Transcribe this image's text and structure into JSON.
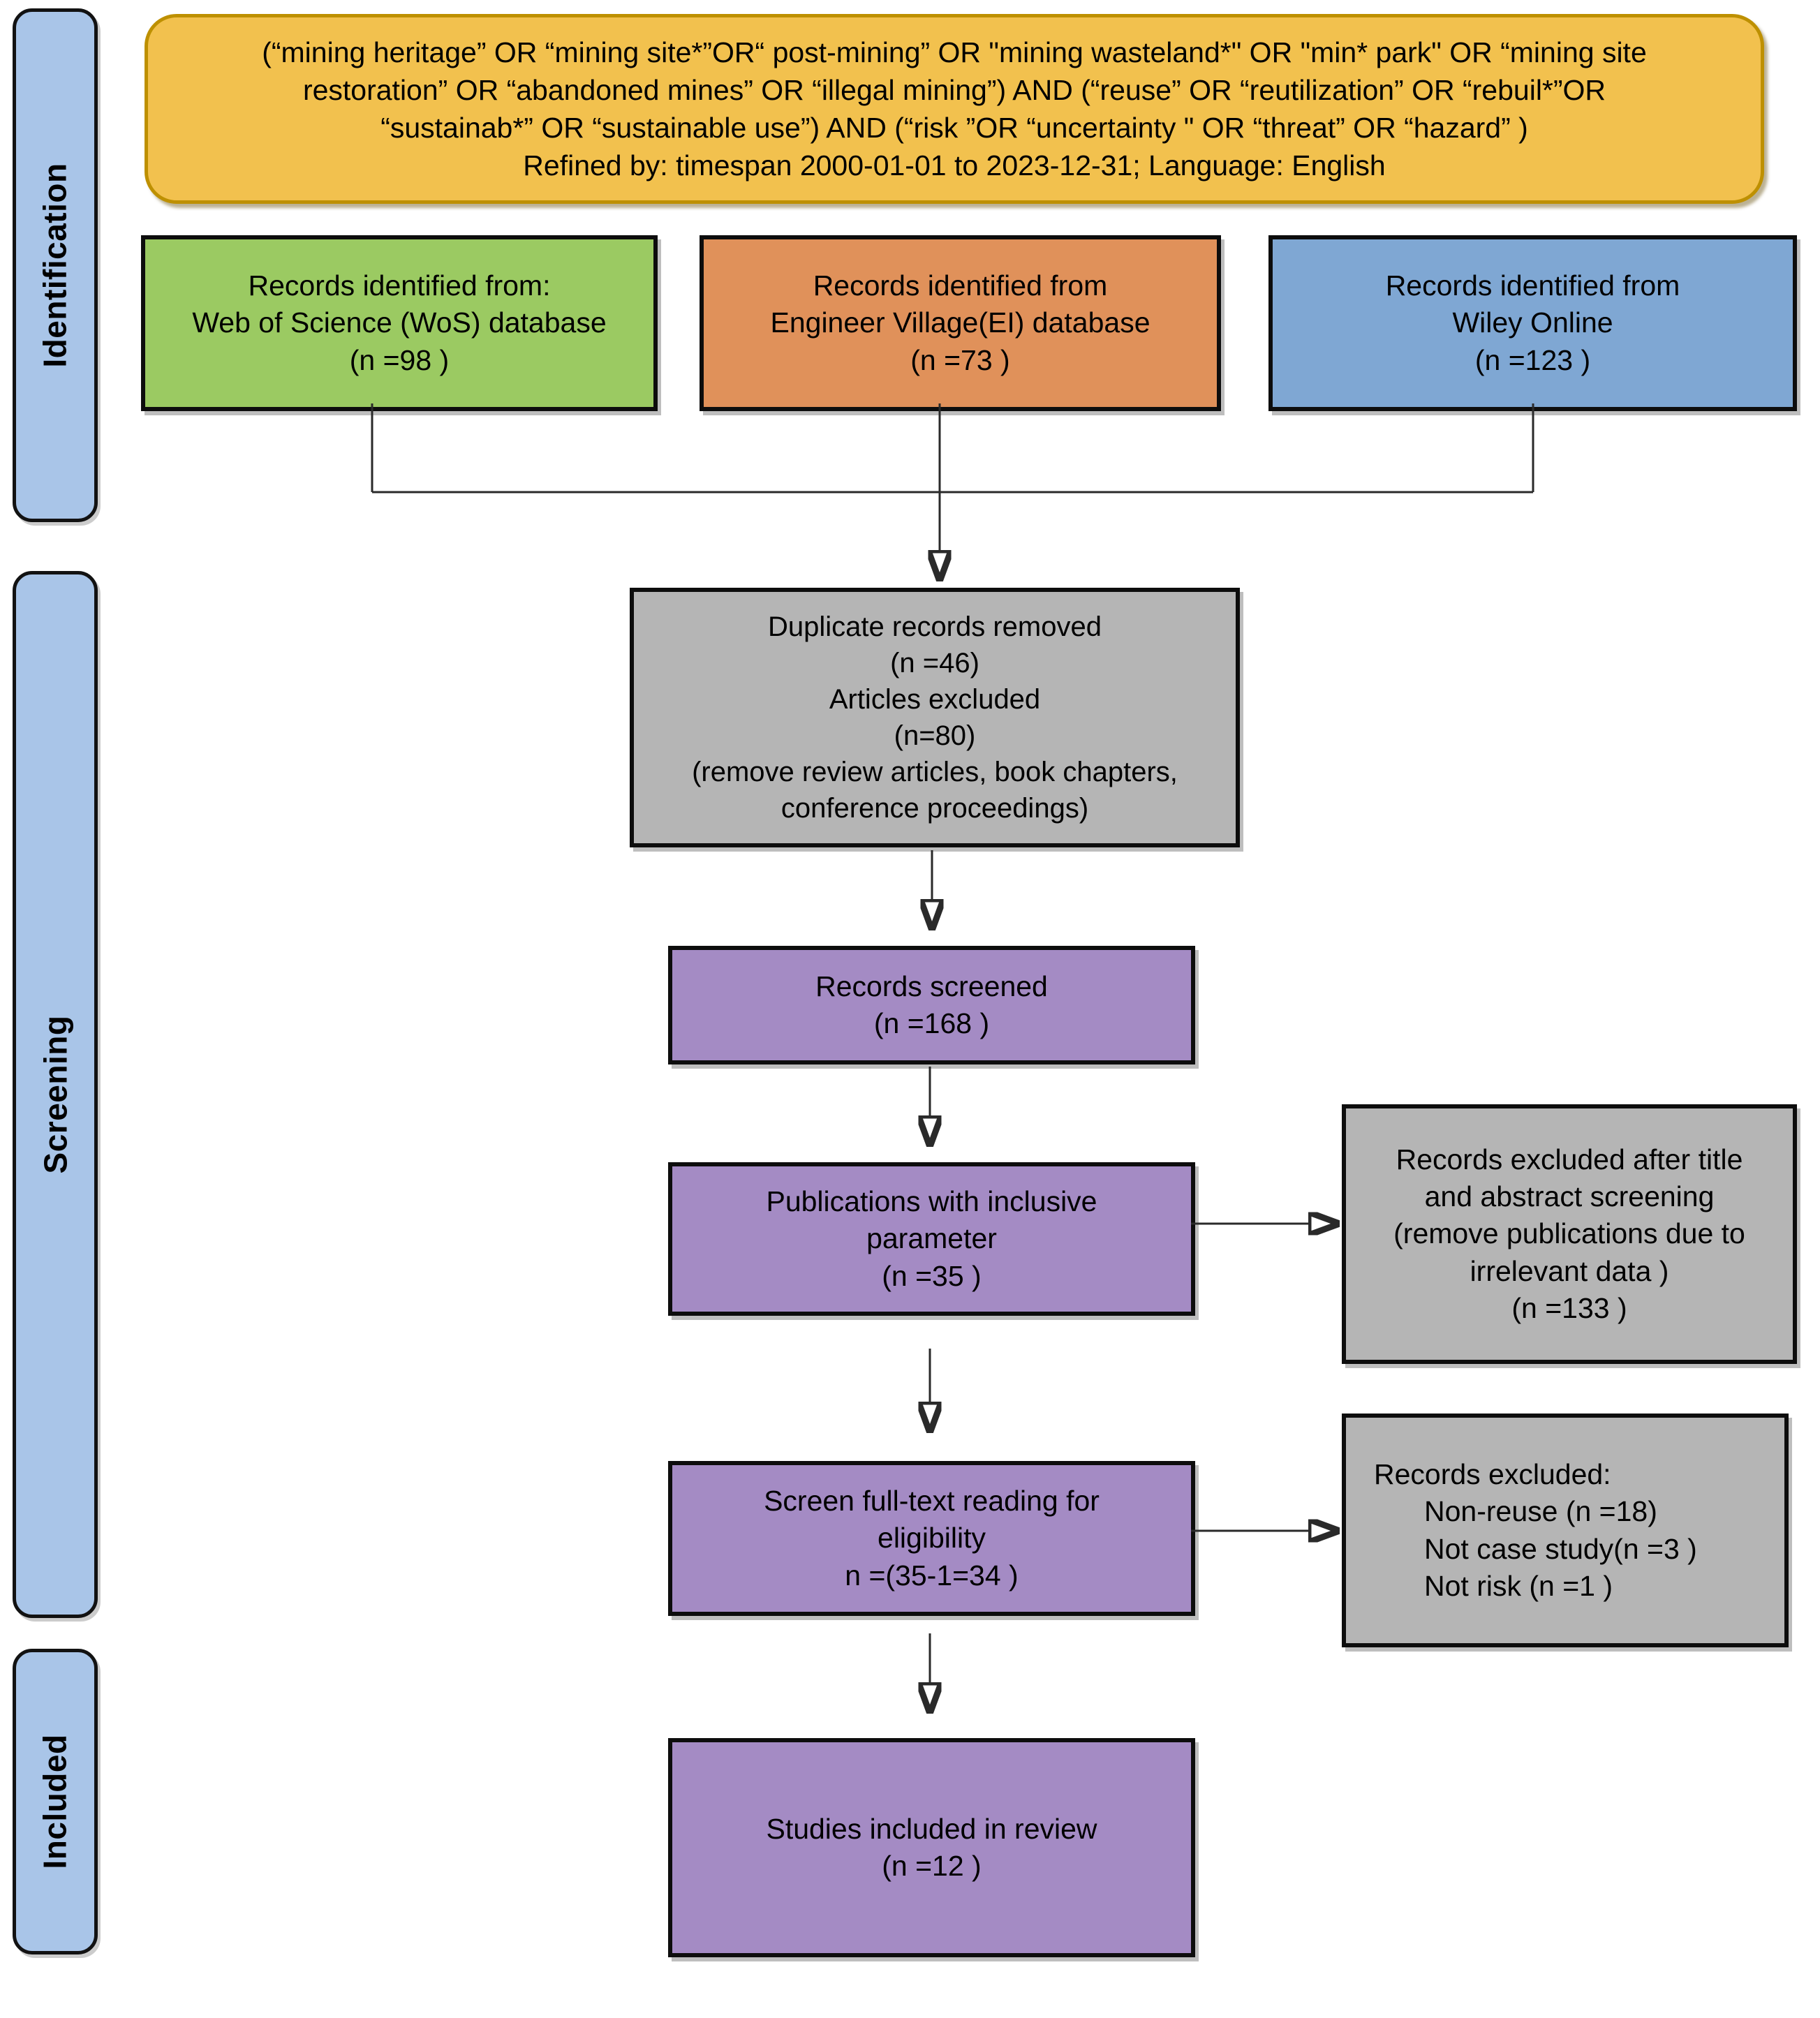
{
  "colors": {
    "query-fill": "#F2C14E",
    "query-border": "#BE9000",
    "green": "#9BCA62",
    "orange": "#E0915A",
    "blue": "#7FA7D3",
    "purple": "#A48BC4",
    "gray": "#B5B5B5",
    "stage-fill": "#A9C5E8",
    "line": "#2A2A2A"
  },
  "stages": [
    {
      "label": "Identification"
    },
    {
      "label": "Screening"
    },
    {
      "label": "Included"
    }
  ],
  "query_box": {
    "lines": [
      "(“mining heritage” OR “mining site*”OR“ post-mining” OR \"mining wasteland*\" OR \"min* park\" OR “mining site",
      "restoration” OR “abandoned mines” OR “illegal mining”) AND (“reuse” OR “reutilization” OR “rebuil*”OR",
      "“sustainab*” OR “sustainable use”) AND (“risk ”OR “uncertainty \" OR “threat” OR “hazard” )",
      "Refined by: timespan 2000-01-01 to 2023-12-31; Language: English"
    ]
  },
  "sources": [
    {
      "lines": [
        "Records identified from:",
        "Web of Science (WoS) database",
        "(n =98 )"
      ]
    },
    {
      "lines": [
        "Records identified from",
        "Engineer Village(EI) database",
        "(n =73 )"
      ]
    },
    {
      "lines": [
        "Records identified from",
        "Wiley Online",
        "(n =123 )"
      ]
    }
  ],
  "duplicates_box": {
    "lines": [
      "Duplicate records removed",
      "(n =46)",
      "Articles excluded",
      "(n=80)",
      "(remove review articles, book chapters,",
      "conference proceedings)"
    ]
  },
  "screened_box": {
    "lines": [
      "Records screened",
      "(n =168 )"
    ]
  },
  "inclusive_box": {
    "lines": [
      "Publications with inclusive",
      "parameter",
      "(n =35 )"
    ]
  },
  "fulltext_box": {
    "lines": [
      "Screen full-text reading for",
      "eligibility",
      "n =(35-1=34 )"
    ]
  },
  "included_box": {
    "lines": [
      "Studies included in review",
      "(n =12 )"
    ]
  },
  "excluded_screening_box": {
    "lines": [
      "Records excluded after title",
      "and abstract screening",
      "(remove publications due to",
      "irrelevant data )",
      "(n =133 )"
    ]
  },
  "excluded_fulltext_box": {
    "header": "Records excluded:",
    "items": [
      "Non-reuse (n =18)",
      "Not case study(n =3 )",
      "Not risk (n =1 )"
    ]
  }
}
